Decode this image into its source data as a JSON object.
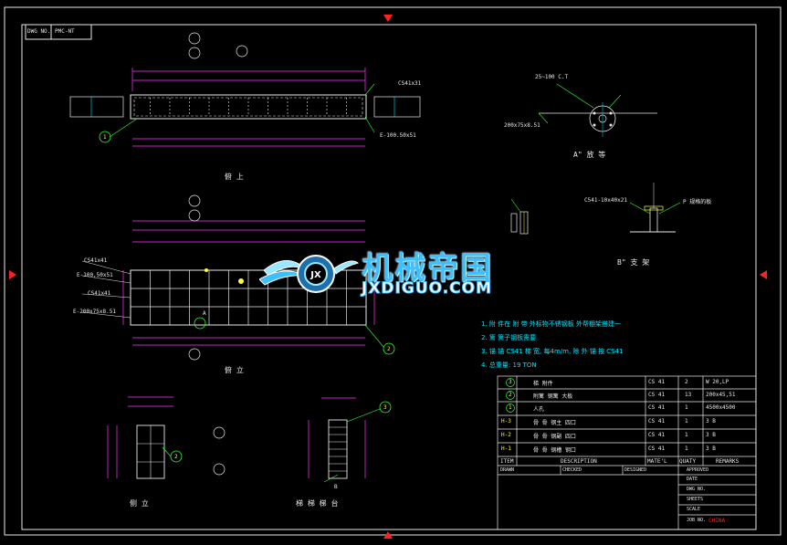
{
  "header": {
    "dwg_no_label": "DWG NO.",
    "dwg_no_value": "PMC-NT"
  },
  "views": {
    "plan_title": "俯 上",
    "elevation_title": "俯 立",
    "side_title": "侧 立",
    "ladder_title": "梯 梯 梯 台",
    "detail_a_title": "A\" 放 等",
    "detail_b_title": "B\" 支 架",
    "detail_a_note1": "25~100 C.T",
    "detail_a_note2": "200x75x8.51",
    "detail_b_note1": "C541-10x40x21",
    "detail_b_note2": "P 规格的板",
    "plan_callout_left": "CS41x31",
    "plan_callout_right": "E-100.50x51",
    "elev_callout_1": "CS41x41",
    "elev_callout_2": "E-100,50x51",
    "elev_callout_3": "CS41x41",
    "elev_callout_4": "E-200x75x8.51",
    "balloon_1": "1",
    "balloon_2": "2",
    "balloon_3": "3",
    "marker_a": "A",
    "marker_b": "B"
  },
  "watermark": {
    "cn": "机械帝国",
    "en": "JXDIGUO.COM",
    "badge": "JX"
  },
  "notes": [
    "1. 附  件在 附 带  外标物不锈钢板  外帮棚架搭建一",
    "2. 篱 篱子钢板需要",
    "3. 锚 锚  CS41 梯  宽, 每4m/m, 除 外 锚   按  CS41",
    "4. 总重量: 19 TON"
  ],
  "titleblock": {
    "rows": [
      {
        "item": "3",
        "desc": "梯 附件",
        "mat": "CS 41",
        "qty": "2",
        "rem": "W 20,LP"
      },
      {
        "item": "2",
        "desc": "附篱 钢篱 大板",
        "mat": "CS 41",
        "qty": "13",
        "rem": "200x45,51"
      },
      {
        "item": "1",
        "desc": "人孔",
        "mat": "CS 41",
        "qty": "1",
        "rem": "4500x4500"
      },
      {
        "item": "H-3",
        "desc": "骨  骨  钢主 四口",
        "mat": "CS 41",
        "qty": "1",
        "rem": "3 B"
      },
      {
        "item": "H-2",
        "desc": "骨  骨  钢副 四口",
        "mat": "CS 41",
        "qty": "1",
        "rem": "3 B"
      },
      {
        "item": "H-1",
        "desc": "骨  骨  钢槽 钢口",
        "mat": "CS 41",
        "qty": "1",
        "rem": "3 B"
      }
    ],
    "head": {
      "item": "ITEM",
      "desc": "DESCRIPTION",
      "mat": "MATE'L",
      "qty": "QUATY",
      "rem": "REMARKS"
    },
    "sign_drawn": "DRAWN",
    "sign_checked": "CHECKED",
    "sign_designed": "DESIGNED",
    "approved": "APPROVED",
    "date": "DATE",
    "dwg_no": "DWG NO.",
    "sheets": "SHEETS",
    "scale": "SCALE",
    "job_no": "JOB NO.",
    "company": "CHINA"
  },
  "colors": {
    "white": "#e8e8e8",
    "cyan": "#00e5ff",
    "yellow": "#ffff33",
    "magenta": "#ff33ff",
    "green": "#33ff33",
    "red": "#ff2020"
  }
}
